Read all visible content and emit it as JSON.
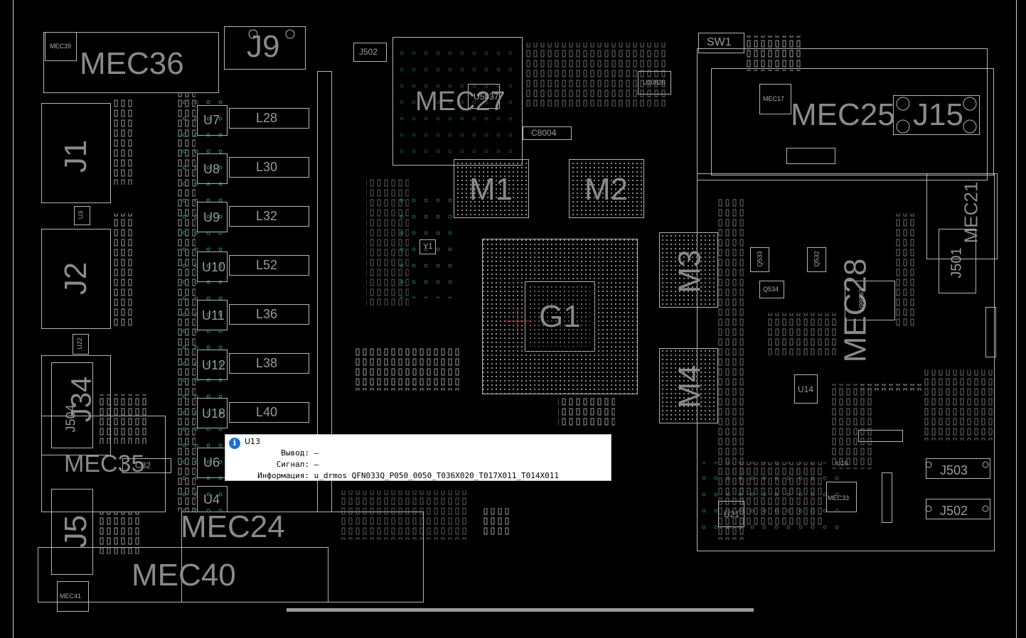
{
  "component_labels": {
    "mec36": "MEC36",
    "mec39": "MEC39",
    "j9": "J9",
    "j502": "J502",
    "mec27": "MEC27",
    "u5037": "U5037",
    "c8004": "C8004",
    "sw1": "SW1",
    "mec25": "MEC25",
    "j15": "J15",
    "mec17": "MEC17",
    "u10826": "U10826",
    "j1": "J1",
    "j2": "J2",
    "j504": "J504",
    "j34": "J34",
    "mec35": "MEC35",
    "c82": "C82",
    "j5": "J5",
    "mec24": "MEC24",
    "mec40": "MEC40",
    "mec41": "MEC41",
    "u3": "U3",
    "u22": "U22",
    "u7": "U7",
    "u8": "U8",
    "u9": "U9",
    "u10": "U10",
    "u11": "U11",
    "u12": "U12",
    "u18": "U18",
    "u6": "U6",
    "u4": "U4",
    "l28": "L28",
    "l30": "L30",
    "l32": "L32",
    "l52": "L52",
    "l36": "L36",
    "l38": "L38",
    "l40": "L40",
    "m1": "M1",
    "m2": "M2",
    "m3": "M3",
    "m4": "M4",
    "g1": "G1",
    "y1": "Y1",
    "mec28": "MEC28",
    "mec21": "MEC21",
    "j501": "J501",
    "q533": "Q533",
    "q532": "Q532",
    "q534": "Q534",
    "u99993": "U99993",
    "u14": "U14",
    "u16": "U16",
    "u21": "U21",
    "mec33": "MEC33",
    "j503": "J503",
    "j502b": "J502"
  },
  "tooltip": {
    "title": "U13",
    "pin_label": "Вывод:",
    "pin_value": "—",
    "signal_label": "Сигнал:",
    "signal_value": "—",
    "info_label": "Информация:",
    "info_value": "u_drmos QFN033Q_P050_0050_T036X020_T017X011_T014X011"
  },
  "colors": {
    "background": "#000000",
    "outline": "#b4b4b4",
    "silkscreen": "#8a8a8a",
    "pad": "#c8c8c8",
    "via": "#2aa39a",
    "info_icon": "#1e72d0"
  }
}
